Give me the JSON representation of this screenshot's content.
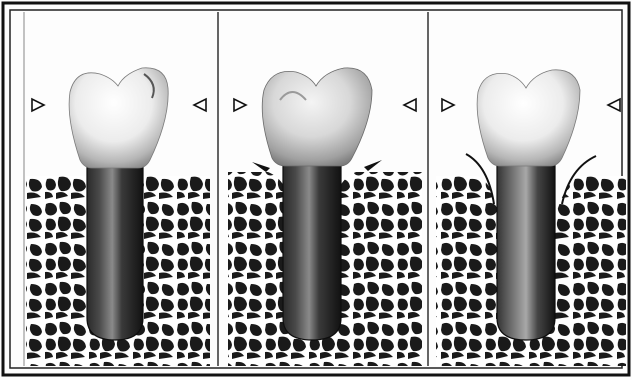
{
  "figure": {
    "panels": [
      {
        "id": "panel-1",
        "stage": "initial",
        "gum_markers": "none"
      },
      {
        "id": "panel-2",
        "stage": "bone-loss-start",
        "gum_markers": "small-notches"
      },
      {
        "id": "panel-3",
        "stage": "bone-loss-advanced",
        "gum_markers": "curved-lines"
      }
    ],
    "markers": {
      "left": "right-pointing-triangle",
      "right": "left-pointing-triangle"
    },
    "colors": {
      "background": "#fdfdfd",
      "frame": "#111111",
      "bone_pattern": "#1a1a1a",
      "implant_dark": "#1f1f1f",
      "implant_mid": "#6e6e6e",
      "crown_light": "#f2f2f2",
      "crown_shade": "#9a9a9a"
    }
  }
}
